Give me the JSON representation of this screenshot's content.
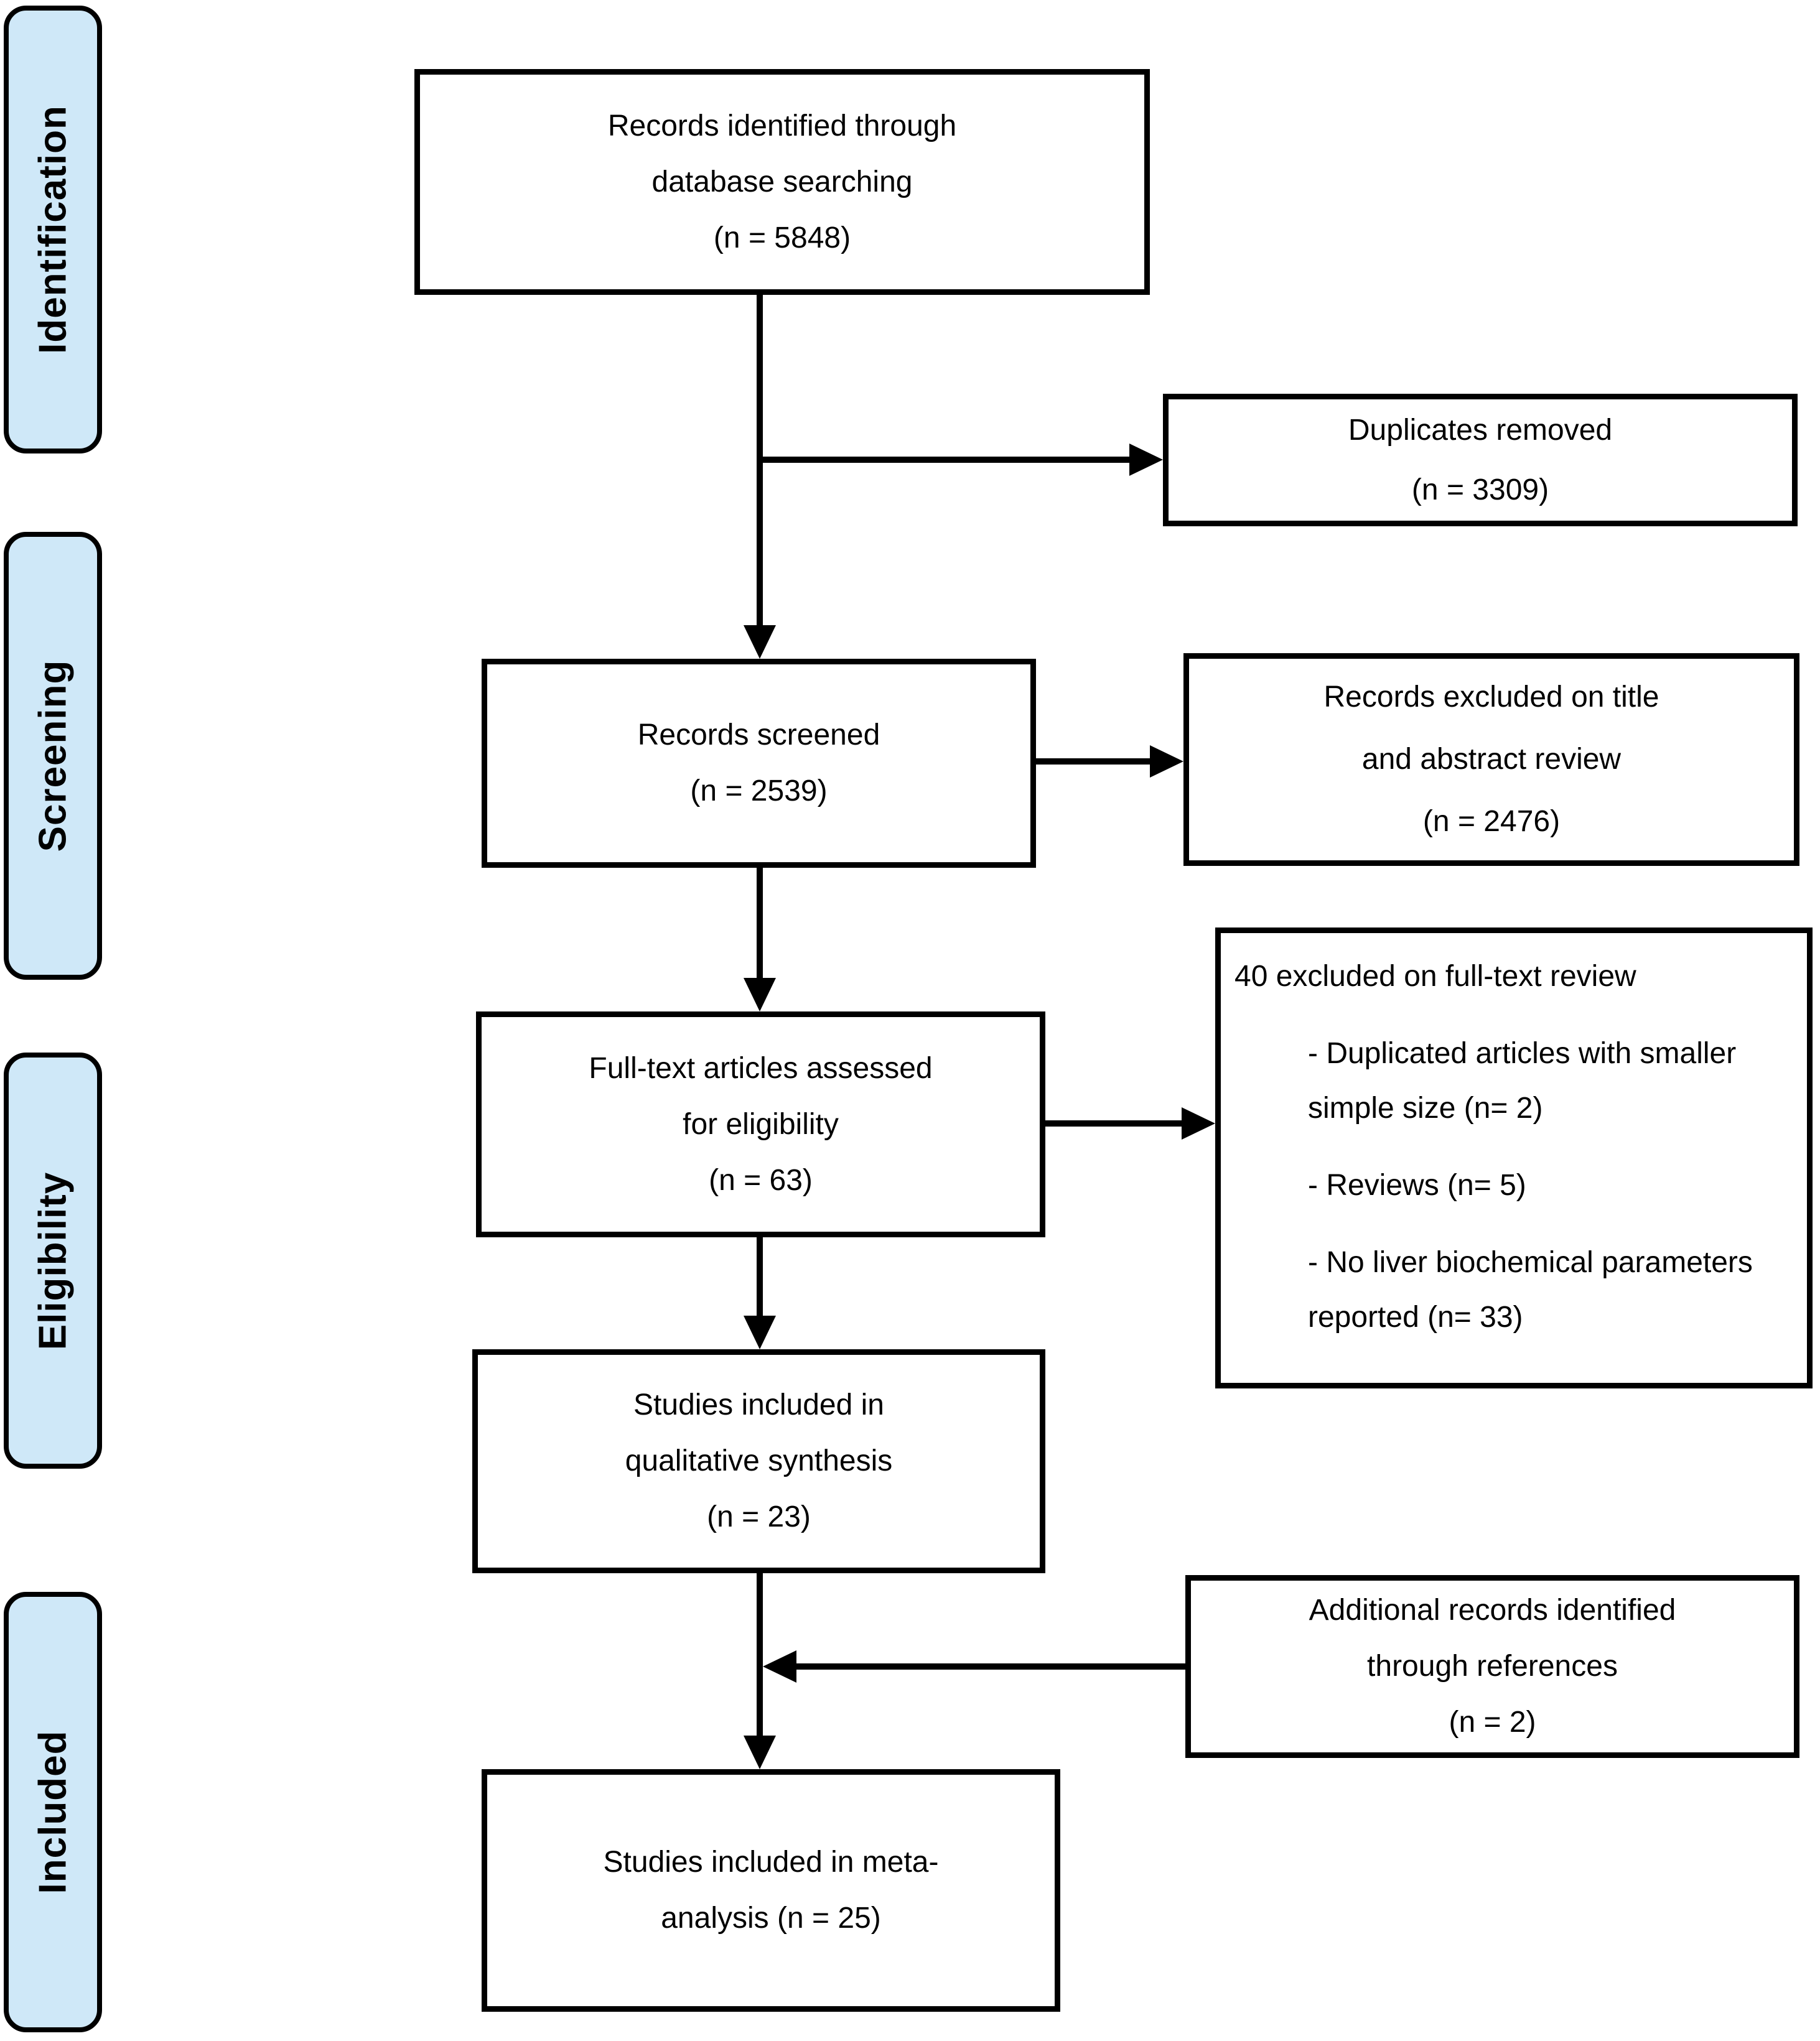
{
  "palette": {
    "stage_fill": "#cfe8f8",
    "stroke": "#000000",
    "box_fill": "#ffffff"
  },
  "stages": [
    {
      "label": "Identification"
    },
    {
      "label": "Screening"
    },
    {
      "label": "Eligibility"
    },
    {
      "label": "Included"
    }
  ],
  "boxes": {
    "identified": {
      "lines": [
        "Records identified through",
        "database searching",
        "(n = 5848)"
      ]
    },
    "duplicates": {
      "lines": [
        "Duplicates removed",
        "(n = 3309)"
      ]
    },
    "screened": {
      "lines": [
        "Records screened",
        "(n = 2539)"
      ]
    },
    "excluded_title_abstract": {
      "lines": [
        "Records excluded on title",
        "and abstract review",
        "(n = 2476)"
      ]
    },
    "fulltext": {
      "lines": [
        "Full-text articles assessed",
        "for eligibility",
        "(n = 63)"
      ]
    },
    "excluded_fulltext": {
      "title": "40 excluded on full-text review",
      "items": [
        "- Duplicated articles with smaller simple size (n= 2)",
        "- Reviews (n= 5)",
        "- No liver biochemical parameters reported (n= 33)"
      ]
    },
    "qualitative": {
      "lines": [
        "Studies included in",
        "qualitative synthesis",
        "(n = 23)"
      ]
    },
    "additional_references": {
      "lines": [
        "Additional records identified",
        "through references",
        "(n = 2)"
      ]
    },
    "meta_analysis": {
      "lines": [
        "Studies included in meta-",
        "analysis (n = 25)"
      ]
    }
  }
}
